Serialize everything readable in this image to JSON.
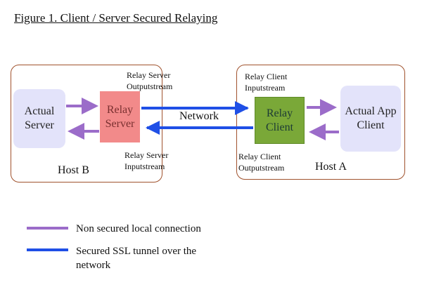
{
  "figure": {
    "title": "Figure 1. Client / Server Secured Relaying"
  },
  "host_b": {
    "label": "Host B",
    "actual_server": {
      "line1": "Actual",
      "line2": "Server"
    },
    "relay_server": {
      "line1": "Relay",
      "line2": "Server"
    },
    "outputstream_label": {
      "line1": "Relay Server",
      "line2": "Outputstream"
    },
    "inputstream_label": {
      "line1": "Relay Server",
      "line2": "Inputstream"
    }
  },
  "host_a": {
    "label": "Host A",
    "relay_client": {
      "line1": "Relay",
      "line2": "Client"
    },
    "actual_client": {
      "line1": "Actual App",
      "line2": "Client"
    },
    "inputstream_label": {
      "line1": "Relay Client",
      "line2": "Inputstream"
    },
    "outputstream_label": {
      "line1": "Relay Client",
      "line2": "Outputstream"
    }
  },
  "network": {
    "label": "Network"
  },
  "legend": {
    "items": [
      {
        "text": "Non secured local connection",
        "color": "#9b6cc9"
      },
      {
        "text_line1": "Secured SSL tunnel over the",
        "text_line2": "network",
        "color": "#1f4fe6"
      }
    ]
  },
  "colors": {
    "local_connection": "#9b6cc9",
    "ssl_tunnel": "#1f4fe6",
    "host_border": "#a0522d",
    "relay_server_fill": "#f28a8a",
    "relay_client_fill": "#7aa838",
    "actual_fill": "#e3e3fa"
  }
}
